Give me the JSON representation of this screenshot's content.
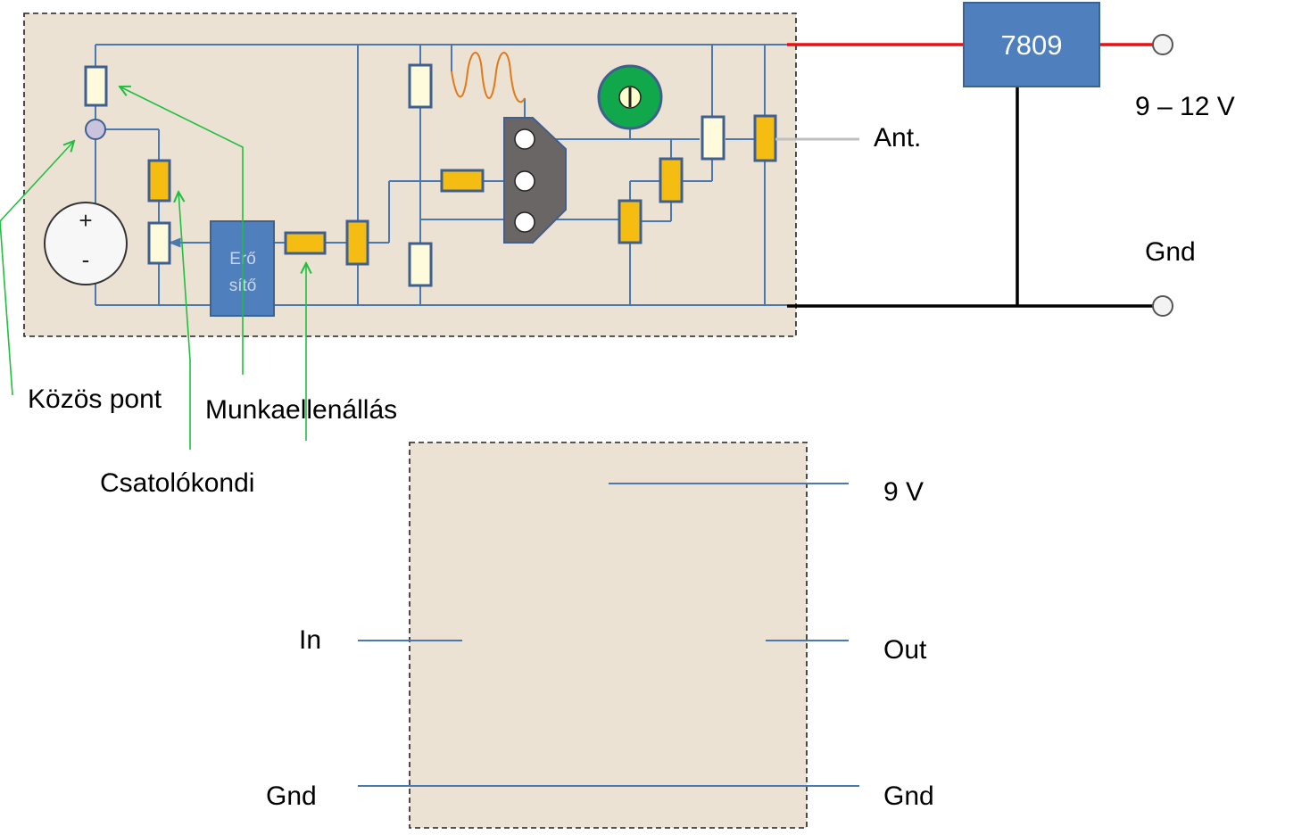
{
  "top_board": {
    "regulator_label": "7809",
    "amplifier_label_line1": "Erő",
    "amplifier_label_line2": "sítő",
    "plus_sign": "+",
    "minus_sign": "-"
  },
  "labels": {
    "supply_voltage": "9 – 12 V",
    "antenna": "Ant.",
    "ground_top": "Gnd",
    "common_point": "Közös pont",
    "working_resistor": "Munkaellenállás",
    "coupling_capacitor": "Csatolókondi"
  },
  "bottom_board": {
    "supply": "9 V",
    "input": "In",
    "output": "Out",
    "ground_left": "Gnd",
    "ground_right": "Gnd"
  },
  "colors": {
    "board_fill": "#ebe2d4",
    "wire": "#4a78b0",
    "supply_line": "#e81010",
    "ground_line": "#000000",
    "regulator": "#4f80bd",
    "trimmer": "#10a84a",
    "transistor": "#6b6666",
    "callout_arrow": "#1fbf3f",
    "inductor": "#e07a1a"
  }
}
